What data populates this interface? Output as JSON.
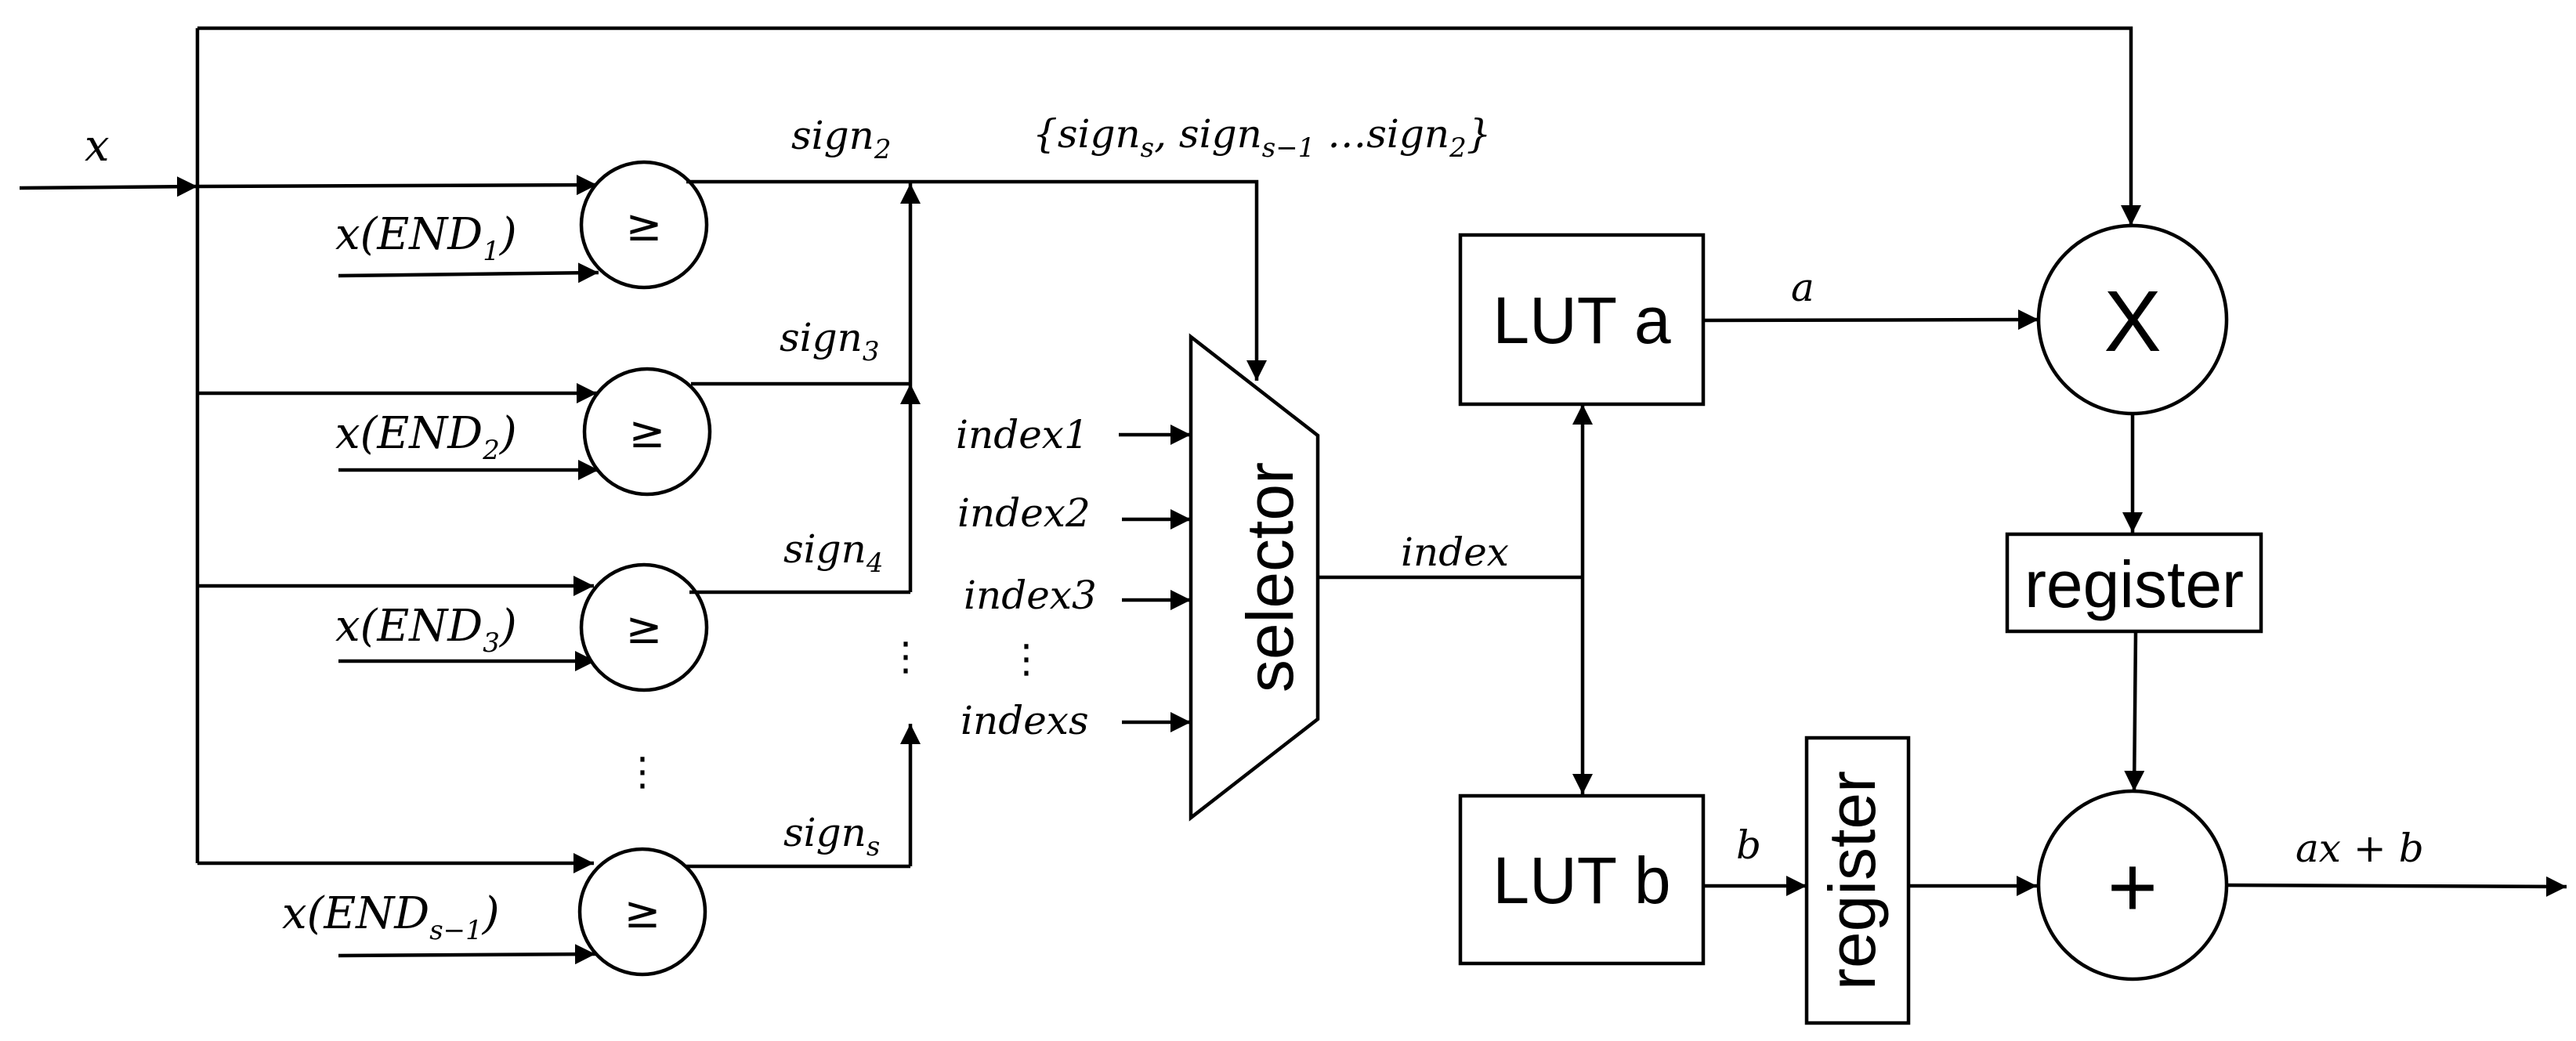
{
  "inputs": {
    "x": "x",
    "end1": {
      "base": "x(END",
      "sub": "1",
      "close": ")"
    },
    "end2": {
      "base": "x(END",
      "sub": "2",
      "close": ")"
    },
    "end3": {
      "base": "x(END",
      "sub": "3",
      "close": ")"
    },
    "end_s1": {
      "base": "x(END",
      "sub": "s−1",
      "close": ")"
    }
  },
  "comparator_symbol": "≥",
  "signs": {
    "sign2": {
      "base": "sign",
      "sub": "2"
    },
    "sign3": {
      "base": "sign",
      "sub": "3"
    },
    "sign4": {
      "base": "sign",
      "sub": "4"
    },
    "signs": {
      "base": "sign",
      "sub": "s"
    }
  },
  "sign_bus": {
    "open": "{",
    "p1": "sign",
    "s1": "s",
    "p2": ", sign",
    "s2": "s−1",
    "p3": " …sign",
    "s3": "2",
    "close": "}"
  },
  "selector": {
    "label": "selector",
    "inputs": [
      "index1",
      "index2",
      "index3",
      "indexs"
    ],
    "output": "index"
  },
  "lut_a": {
    "label": "LUT a",
    "output": "a"
  },
  "lut_b": {
    "label": "LUT b",
    "output": "b"
  },
  "multiplier_symbol": "X",
  "adder_symbol": "+",
  "register_top": "register",
  "register_bottom": "register",
  "output_label": "ax + b",
  "ellipsis_vertical": "⋮"
}
